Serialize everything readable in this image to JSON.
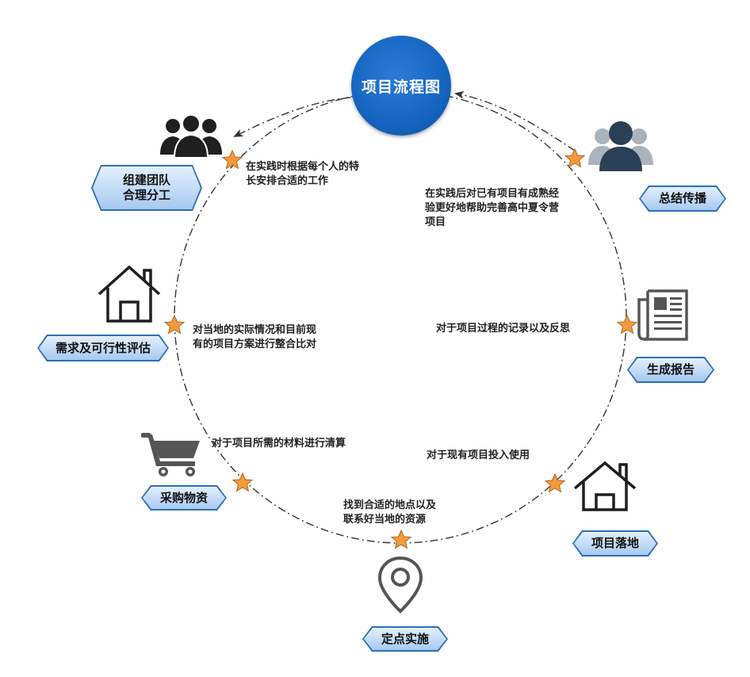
{
  "center": {
    "title": "项目流程图"
  },
  "colors": {
    "center_blue": "#1565c0",
    "star": "#f39a3c",
    "label_border": "#2d6fb5",
    "icon_dark": "#1f1f1f",
    "icon_navy": "#2b3f55"
  },
  "steps": [
    {
      "label_lines": [
        "组建团队",
        "合理分工"
      ],
      "desc": [
        "在实践时根据每个人的特",
        "长安排合适的工作"
      ],
      "icon": "team-icon"
    },
    {
      "label_lines": [
        "需求及可行性评估"
      ],
      "desc": [
        "对当地的实际情况和目前现",
        "有的项目方案进行整合比对"
      ],
      "icon": "house-icon"
    },
    {
      "label_lines": [
        "采购物资"
      ],
      "desc": [
        "对于项目所需的材料进行清算"
      ],
      "icon": "shopping-cart-icon"
    },
    {
      "label_lines": [
        "定点实施"
      ],
      "desc": [
        "找到合适的地点以及",
        "联系好当地的资源"
      ],
      "icon": "location-pin-icon"
    },
    {
      "label_lines": [
        "项目落地"
      ],
      "desc": [
        "对于现有项目投入使用"
      ],
      "icon": "house-icon"
    },
    {
      "label_lines": [
        "生成报告"
      ],
      "desc": [
        "对于项目过程的记录以及反思"
      ],
      "icon": "newspaper-icon"
    },
    {
      "label_lines": [
        "总结传播"
      ],
      "desc": [
        "在实践后对已有项目有成熟经",
        "验更好地帮助完善高中夏令营",
        "项目"
      ],
      "icon": "group-icon"
    }
  ]
}
